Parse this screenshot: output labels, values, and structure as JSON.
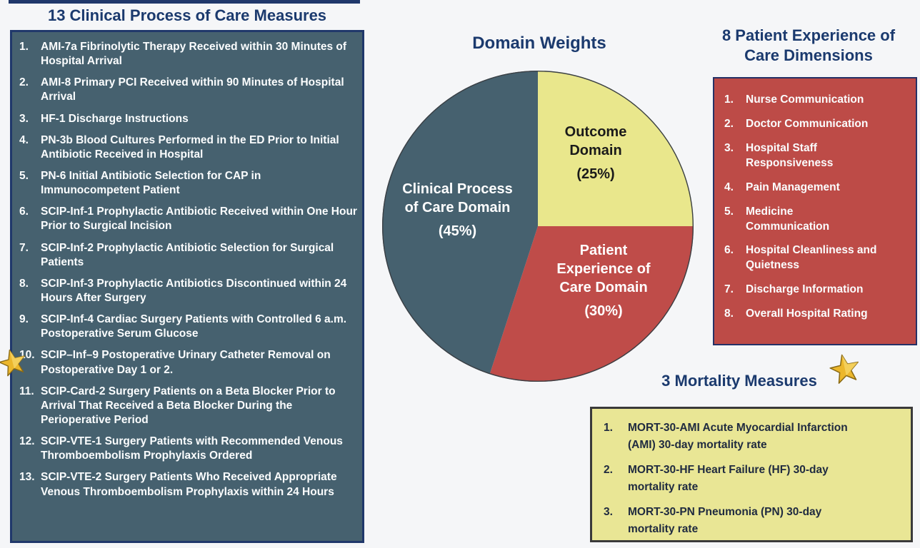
{
  "colors": {
    "background": "#f5f6f8",
    "title_navy": "#1b3a6e",
    "panel_slate": "#46616f",
    "panel_red": "#bd4b47",
    "panel_yellow": "#e9e695",
    "border_navy": "#20386b",
    "star_gold": "#ecb72c"
  },
  "clinical": {
    "title": "13 Clinical Process of Care Measures",
    "items": [
      {
        "num": "1.",
        "text": "AMI-7a Fibrinolytic Therapy Received within 30 Minutes of Hospital Arrival"
      },
      {
        "num": "2.",
        "text": "AMI-8 Primary PCI Received within 90 Minutes of Hospital Arrival"
      },
      {
        "num": "3.",
        "text": "HF-1 Discharge Instructions"
      },
      {
        "num": "4.",
        "text": "PN-3b Blood Cultures Performed in the ED Prior to Initial Antibiotic Received in Hospital"
      },
      {
        "num": "5.",
        "text": "PN-6 Initial Antibiotic Selection for CAP in Immunocompetent Patient"
      },
      {
        "num": "6.",
        "text": "SCIP-Inf-1 Prophylactic Antibiotic Received within One Hour Prior to Surgical Incision"
      },
      {
        "num": "7.",
        "text": "SCIP-Inf-2 Prophylactic Antibiotic Selection for Surgical Patients"
      },
      {
        "num": "8.",
        "text": "SCIP-Inf-3 Prophylactic Antibiotics Discontinued within 24 Hours After Surgery"
      },
      {
        "num": "9.",
        "text": "SCIP-Inf-4 Cardiac Surgery Patients with Controlled 6 a.m. Postoperative Serum Glucose"
      },
      {
        "num": "10.",
        "text": "SCIP–Inf–9 Postoperative Urinary Catheter Removal on Postoperative Day 1 or 2."
      },
      {
        "num": "11.",
        "text": "SCIP-Card-2 Surgery Patients on a Beta Blocker Prior to Arrival That Received a Beta Blocker During the Perioperative Period"
      },
      {
        "num": "12.",
        "text": "SCIP-VTE-1 Surgery Patients with Recommended Venous Thromboembolism Prophylaxis Ordered"
      },
      {
        "num": "13.",
        "text": "SCIP-VTE-2 Surgery Patients Who Received Appropriate Venous Thromboembolism Prophylaxis within 24 Hours"
      }
    ]
  },
  "chart_data": {
    "type": "pie",
    "title": "Domain Weights",
    "start_at": "12-oclock",
    "direction": "clockwise",
    "labels_inside": true,
    "legend": "none",
    "slices": [
      {
        "label": "Outcome Domain",
        "pct": 25,
        "pct_label": "(25%)",
        "color": "#e9e78c",
        "text_color": "#1a1a1a"
      },
      {
        "label": "Patient Experience of Care Domain",
        "pct": 30,
        "pct_label": "(30%)",
        "color": "#bf4c49",
        "text_color": "#ffffff"
      },
      {
        "label": "Clinical Process of Care Domain",
        "pct": 45,
        "pct_label": "(45%)",
        "color": "#46616f",
        "text_color": "#ffffff"
      }
    ]
  },
  "experience": {
    "title": "8 Patient Experience of Care Dimensions",
    "items": [
      {
        "num": "1.",
        "text": "Nurse Communication"
      },
      {
        "num": "2.",
        "text": "Doctor Communication"
      },
      {
        "num": "3.",
        "text": "Hospital Staff\nResponsiveness"
      },
      {
        "num": "4.",
        "text": "Pain Management"
      },
      {
        "num": "5.",
        "text": "Medicine\nCommunication"
      },
      {
        "num": "6.",
        "text": "Hospital Cleanliness and\nQuietness"
      },
      {
        "num": "7.",
        "text": "Discharge Information"
      },
      {
        "num": "8.",
        "text": "Overall Hospital Rating"
      }
    ]
  },
  "mortality": {
    "title": "3 Mortality Measures",
    "items": [
      {
        "num": "1.",
        "text": "MORT-30-AMI Acute Myocardial Infarction\n(AMI) 30-day mortality rate"
      },
      {
        "num": "2.",
        "text": "MORT-30-HF Heart Failure (HF) 30-day\nmortality rate"
      },
      {
        "num": "3.",
        "text": "MORT-30-PN Pneumonia (PN) 30-day\nmortality rate"
      }
    ]
  }
}
